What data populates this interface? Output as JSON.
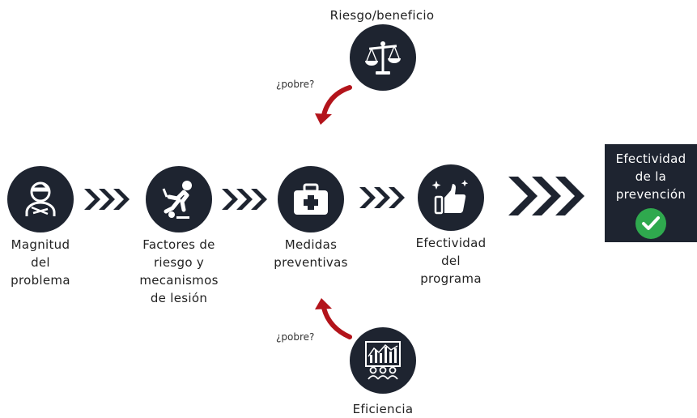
{
  "top": {
    "title": "Riesgo/beneficio",
    "question": "¿pobre?"
  },
  "bottom": {
    "title": "Eficiencia",
    "question": "¿pobre?"
  },
  "steps": [
    {
      "lines": [
        "Magnitud",
        "del",
        "problema"
      ],
      "icon": "injured-person-icon"
    },
    {
      "lines": [
        "Factores de",
        "riesgo y",
        "mecanismos",
        "de lesión"
      ],
      "icon": "falling-person-icon"
    },
    {
      "lines": [
        "Medidas",
        "preventivas"
      ],
      "icon": "first-aid-kit-icon"
    },
    {
      "lines": [
        "Efectividad",
        "del",
        "programa"
      ],
      "icon": "thumbs-up-icon"
    }
  ],
  "result": {
    "lines": [
      "Efectividad",
      "de la",
      "prevención"
    ],
    "icon": "check-icon"
  },
  "colors": {
    "dark": "#1e2430",
    "arrow_red": "#b3141b",
    "check_green": "#2fa94e"
  }
}
